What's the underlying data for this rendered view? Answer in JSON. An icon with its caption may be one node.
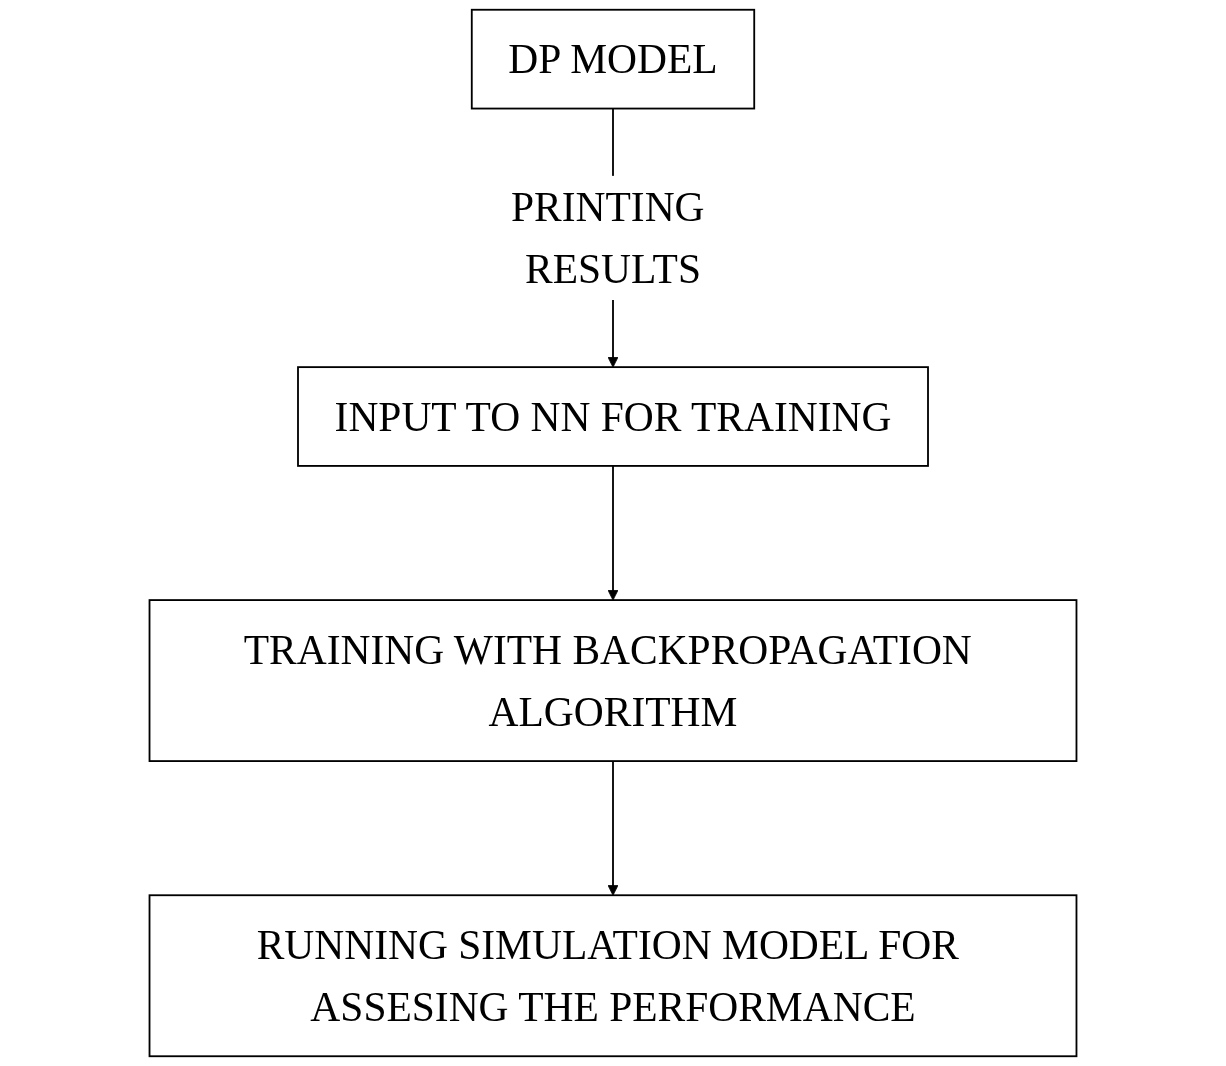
{
  "diagram": {
    "nodes": [
      {
        "text": [
          "DP MODEL"
        ]
      },
      {
        "text": [
          "INPUT TO NN FOR TRAINING"
        ]
      },
      {
        "text": [
          "TRAINING WITH BACKPROPAGATION ALGORITHM"
        ]
      },
      {
        "text": [
          "RUNNING SIMULATION MODEL FOR ASSESING THE PERFORMANCE"
        ]
      }
    ],
    "edges": [
      {
        "from": 0,
        "to": 1,
        "arrow": "to",
        "label": "PRINTING RESULTS"
      },
      {
        "from": 1,
        "to": 2,
        "arrow": "to"
      },
      {
        "from": 2,
        "to": 3,
        "arrow": "to"
      }
    ]
  }
}
